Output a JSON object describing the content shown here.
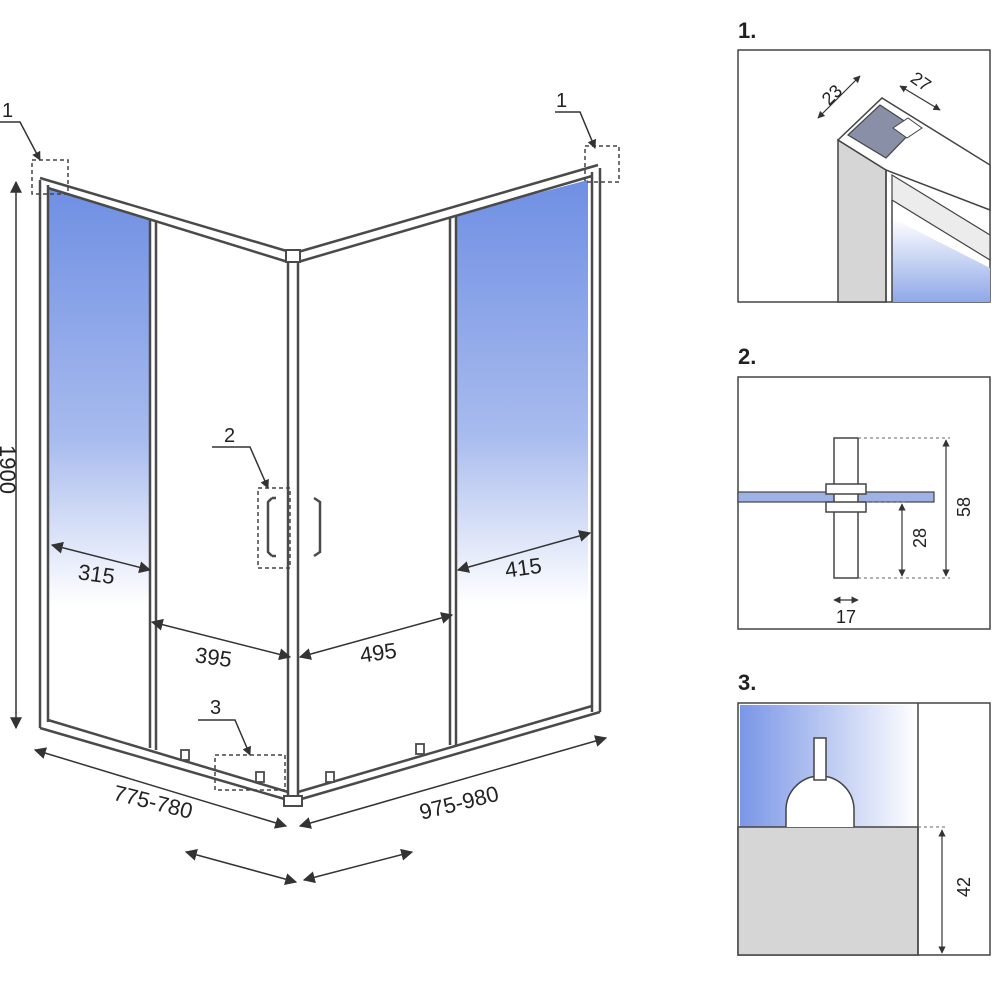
{
  "colors": {
    "frame": "#4a4a4a",
    "glass_gradient_top": "#8fa8e8",
    "glass_gradient_bottom": "#ffffff",
    "detail_grey": "#d6d6d6",
    "dimension": "#333333"
  },
  "main": {
    "callouts": {
      "top_left": "1",
      "top_right": "1",
      "handle": "2",
      "bottom": "3"
    },
    "height": "1900",
    "widths": {
      "left_fixed": "315",
      "left_door": "395",
      "right_door": "495",
      "right_fixed": "415"
    },
    "base": {
      "left_side": "775-780",
      "right_side": "975-980"
    }
  },
  "details": {
    "d1": {
      "title": "1.",
      "dim_a": "23",
      "dim_b": "27"
    },
    "d2": {
      "title": "2.",
      "dim_height": "58",
      "dim_half": "28",
      "dim_width": "17"
    },
    "d3": {
      "title": "3.",
      "dim_height": "42"
    }
  }
}
